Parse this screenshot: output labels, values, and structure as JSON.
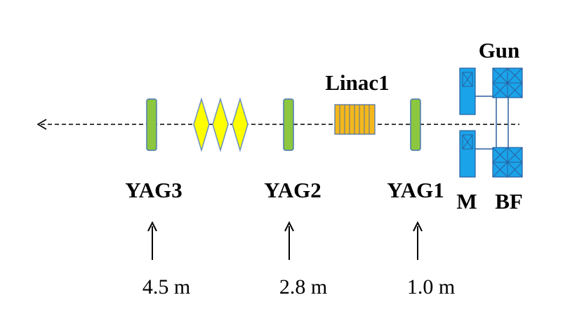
{
  "labels": {
    "gun": "Gun",
    "linac": "Linac1",
    "yag1": "YAG1",
    "yag2": "YAG2",
    "yag3": "YAG3",
    "m": "M",
    "bf": "BF"
  },
  "distances": {
    "yag1": "1.0 m",
    "yag2": "2.8 m",
    "yag3": "4.5 m"
  },
  "colors": {
    "yag_screen": "#8dc63f",
    "yag_border": "#4a7ab0",
    "quadrupole": "#ffff00",
    "quadrupole_border": "#6a8fc0",
    "linac": "#f5b81c",
    "linac_border": "#4a6fa5",
    "magnet": "#1aa3e8",
    "magnet_border": "#2a5f9e"
  }
}
